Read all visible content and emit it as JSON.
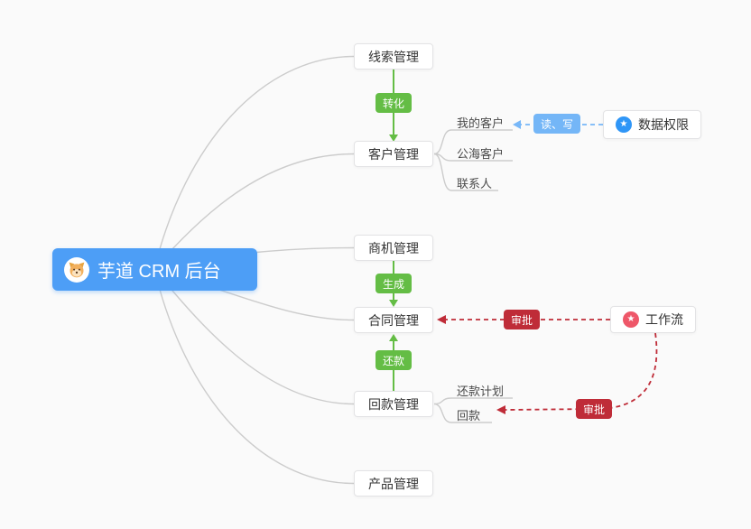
{
  "root": {
    "label": "芋道 CRM 后台"
  },
  "modules": [
    {
      "label": "线索管理"
    },
    {
      "label": "客户管理"
    },
    {
      "label": "商机管理"
    },
    {
      "label": "合同管理"
    },
    {
      "label": "回款管理"
    },
    {
      "label": "产品管理"
    }
  ],
  "customer_children": [
    {
      "label": "我的客户"
    },
    {
      "label": "公海客户"
    },
    {
      "label": "联系人"
    }
  ],
  "receivable_children": [
    {
      "label": "还款计划"
    },
    {
      "label": "回款"
    }
  ],
  "badges": {
    "convert": "转化",
    "generate": "生成",
    "repay": "还款",
    "read_write": "读、写",
    "approve_contract": "审批",
    "approve_receivable": "审批"
  },
  "side_nodes": {
    "data_permission": {
      "label": "数据权限",
      "icon": "star-icon",
      "icon_color": "#2f96f7"
    },
    "workflow": {
      "label": "工作流",
      "icon": "star-icon",
      "icon_color": "#ee5769"
    }
  },
  "colors": {
    "background": "#fafafa",
    "root_bg": "#4d9ef6",
    "green_accent": "#64bd45",
    "blue_badge": "#74b6f7",
    "red_accent": "#bf2c38",
    "edge_gray": "#cccccc"
  }
}
